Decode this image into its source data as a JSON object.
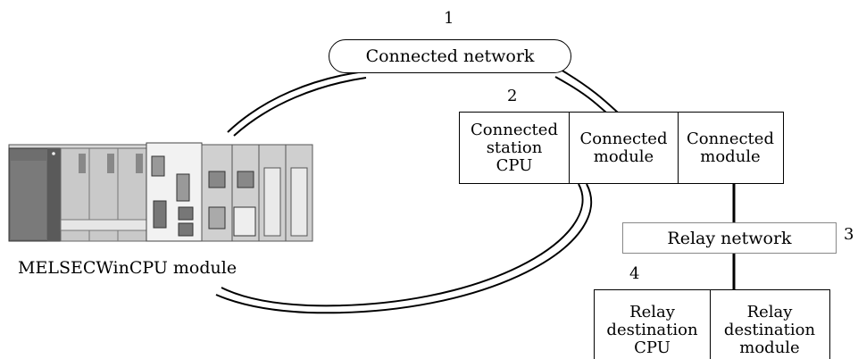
{
  "labels": {
    "n1": "1",
    "n2": "2",
    "n3": "3",
    "n4": "4"
  },
  "connected_network": "Connected network",
  "relay_network": "Relay network",
  "station_box": {
    "cpu": "Connected\nstation\nCPU",
    "module1": "Connected\nmodule",
    "module2": "Connected\nmodule"
  },
  "relay_box": {
    "cpu": "Relay\ndestination\nCPU",
    "module": "Relay\ndestination\nmodule"
  },
  "plc_caption": "MELSECWinCPU module"
}
